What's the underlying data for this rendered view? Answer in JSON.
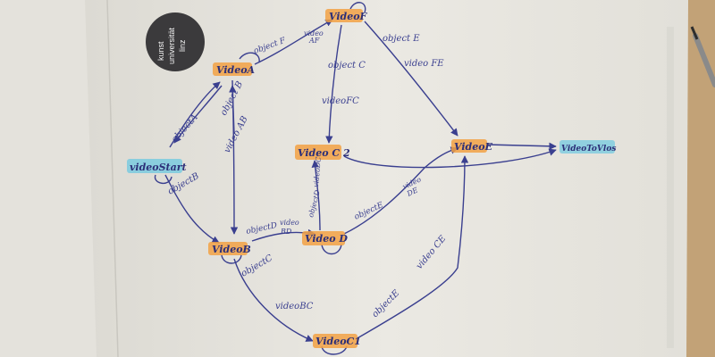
{
  "logo": {
    "line1": "kunst",
    "line2": "universität",
    "line3": "linz"
  },
  "nodes": {
    "video_f": "VideoF",
    "video_a": "VideoA",
    "video_start": "videoStart",
    "video_c2": "Video C 2",
    "video_e": "VideoE",
    "video_tolos": "VideoToVlos",
    "video_b": "VideoB",
    "video_d": "Video D",
    "video_c1": "VideoC1"
  },
  "edge_labels": {
    "object_a": "objectA",
    "object_b_top": "object B",
    "video_ab": "video AB",
    "object_f": "object F",
    "video_af_1": "video",
    "video_af_2": "AF",
    "object_c_top": "object C",
    "video_fc": "videoFC",
    "object_e_top": "object E",
    "video_fe": "video FE",
    "object_b_left": "objectB",
    "object_d_left": "objectD",
    "video_bd_1": "video",
    "video_bd_2": "BD",
    "object_d_up": "objectD",
    "video_dc": "videoDC",
    "object_e_mid": "objectE",
    "video_de_1": "video",
    "video_de_2": "DE",
    "object_c_low": "objectC",
    "video_bc": "videoBC",
    "object_e_low": "objectE",
    "video_ce": "video CE"
  },
  "colors": {
    "ink": "#3a3f8f",
    "highlight_orange": "#f2a144",
    "highlight_teal": "#74c9e0",
    "paper": "#eceae4",
    "wood": "#c2a277"
  }
}
